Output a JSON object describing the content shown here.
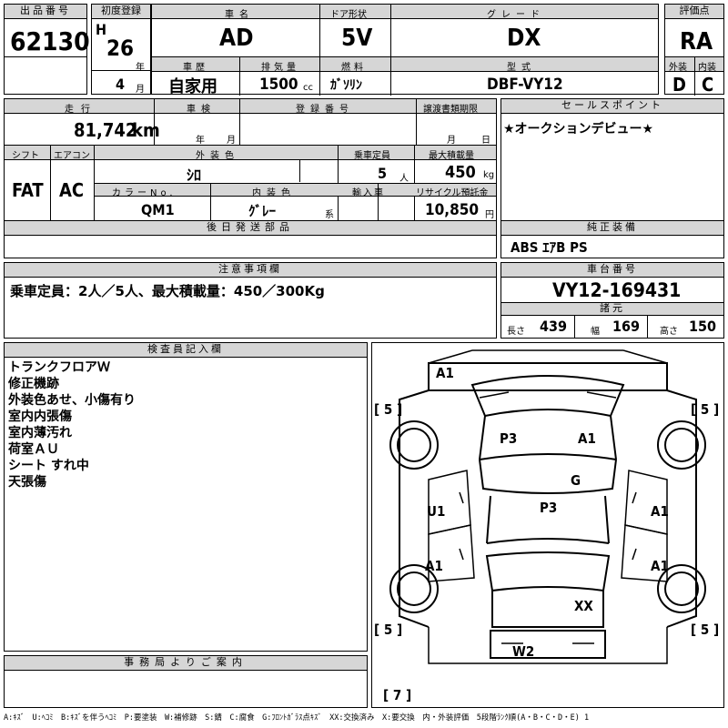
{
  "header": {
    "lot_label": "出品番号",
    "lot_value": "62130",
    "first_reg_label": "初度登録",
    "era": "H",
    "year": "26",
    "year_unit": "年",
    "month": "4",
    "month_unit": "月",
    "car_name_label": "車名",
    "car_name": "AD",
    "door_label": "ドア形状",
    "door": "5V",
    "grade_label": "グレード",
    "grade": "DX",
    "score_label": "評価点",
    "score": "RA",
    "history_label": "車歴",
    "history": "自家用",
    "displacement_label": "排気量",
    "displacement": "1500",
    "displacement_unit": "cc",
    "fuel_label": "燃料",
    "fuel": "ｶﾞｿﾘﾝ",
    "model_label": "型式",
    "model": "DBF-VY12",
    "exterior_label": "外装",
    "exterior": "D",
    "interior_label": "内装",
    "interior": "C"
  },
  "specs": {
    "mileage_label": "走行",
    "mileage": "81,742",
    "mileage_unit": "km",
    "inspection_label": "車検",
    "inspection_year_unit": "年",
    "inspection_month_unit": "月",
    "regno_label": "登録番号",
    "transfer_label": "譲渡書類期限",
    "transfer_month_unit": "月",
    "transfer_day_unit": "日",
    "shift_label": "シフト",
    "shift": "FAT",
    "ac_label": "エアコン",
    "ac": "AC",
    "color_label": "外装色",
    "color": "ｼﾛ",
    "capacity_label": "乗車定員",
    "capacity": "5",
    "capacity_unit": "人",
    "maxload_label": "最大積載量",
    "maxload": "450",
    "maxload_unit": "kg",
    "colorno_label": "カラーNo.",
    "colorno": "QM1",
    "int_color_label": "内装色",
    "int_color": "ｸﾞﾚｰ",
    "int_color_unit": "系",
    "import_label": "輸入車",
    "recycle_label": "リサイクル預託金",
    "recycle": "10,850",
    "recycle_unit": "円",
    "later_parts_label": "後日発送部品"
  },
  "sales": {
    "label": "セールスポイント",
    "text": "★オークションデビュー★"
  },
  "equipment": {
    "label": "純正装備",
    "text": "ABS ｴｱB PS"
  },
  "notice": {
    "label": "注意事項欄",
    "text": "乗車定員：2人／5人、最大積載量：450／300Kg"
  },
  "chassis": {
    "label": "車台番号",
    "value": "VY12-169431",
    "dims_label": "諸元",
    "length_label": "長さ",
    "length": "439",
    "width_label": "幅",
    "width": "169",
    "height_label": "高さ",
    "height": "150"
  },
  "inspector": {
    "label": "検査員記入欄",
    "lines": [
      "トランクフロアＷ",
      "修正機跡",
      "外装色あせ、小傷有り",
      "室内内張傷",
      "室内薄汚れ",
      "荷室ＡＵ",
      "シート すれ中",
      "天張傷"
    ]
  },
  "office": {
    "label": "事務局よりご案内"
  },
  "diagram": {
    "marks": [
      "A1",
      "P3",
      "A1",
      "G",
      "U1",
      "P3",
      "A1",
      "A1",
      "A1",
      "XX",
      "W2"
    ],
    "tire_labels": [
      "[ 5 ]",
      "[ 5 ]",
      "[ 5 ]",
      "[ 5 ]",
      "[ 7 ]"
    ]
  },
  "legend": "A:ｷｽﾞ　U:ﾍｺﾐ　B:ｷｽﾞを伴うﾍｺﾐ　P:要塗装　W:補修跡　S:錆　C:腐食　G:ﾌﾛﾝﾄｶﾞﾗｽ点ｷｽﾞ　XX:交換済み　X:要交換　内・外装評価　5段階ﾗﾝｸ順(A・B・C・D・E) 1"
}
